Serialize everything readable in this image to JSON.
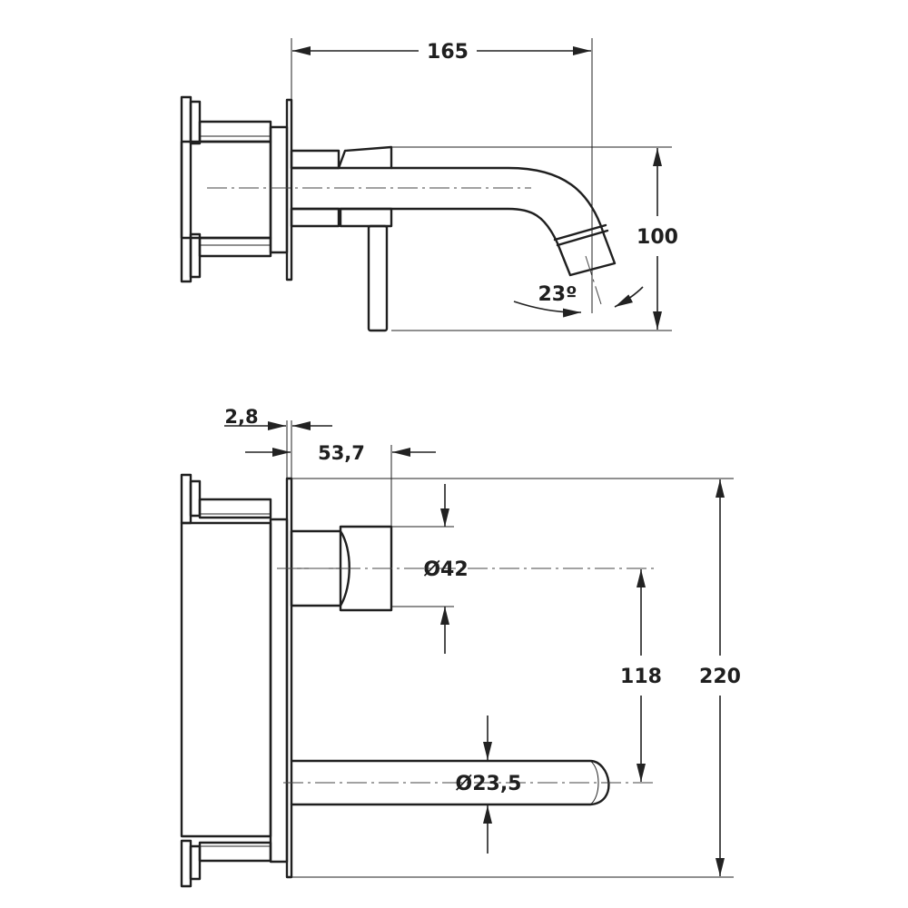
{
  "dimensions": {
    "spout_reach": "165",
    "spout_height": "100",
    "spout_angle": "23º",
    "plate_thickness": "2,8",
    "handle_offset": "53,7",
    "handle_diameter": "Ø42",
    "spout_to_handle": "118",
    "plate_height": "220",
    "spout_diameter": "Ø23,5"
  }
}
